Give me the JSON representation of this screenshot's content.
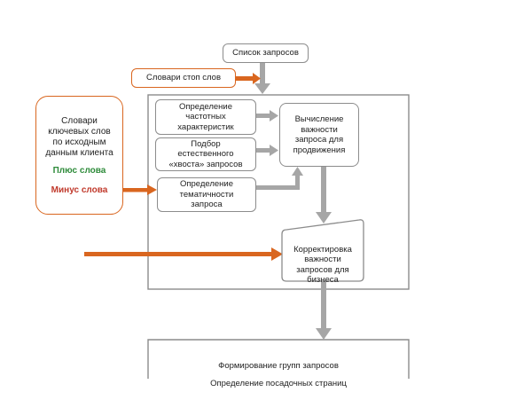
{
  "nodes": {
    "request_list": "Список запросов",
    "stop_words": "Словари стоп слов",
    "client_keywords": "Словари\nключевых слов\nпо исходным\nданным клиента",
    "plus_words": "Плюс слова",
    "minus_words": "Минус слова",
    "frequency": "Определение\nчастотных\nхарактеристик",
    "tail_selection": "Подбор\nестественного\n«хвоста» запросов",
    "thematic": "Определение\nтематичности\nзапроса",
    "importance": "Вычисление\nважности\nзапроса для\nпродвижения",
    "business_adjust": "Корректировка\nважности\nзапросов  для\nбизнеса",
    "group_forming": "Формирование групп запросов",
    "landing_pages": "Определение посадочных страниц"
  },
  "colors": {
    "orange": "#d9661f",
    "gray_arrow": "#a6a6a6",
    "border": "#8c8c8c",
    "plus": "#2e8b3a",
    "minus": "#c0392b"
  }
}
